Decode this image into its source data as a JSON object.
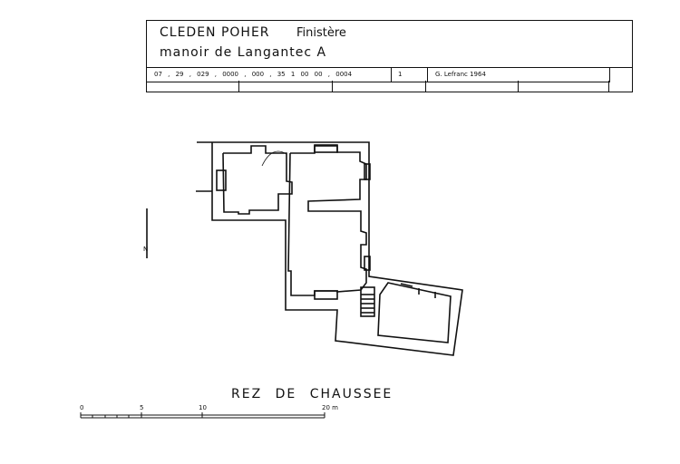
{
  "title_block": {
    "commune": "CLEDEN POHER",
    "department": "Finistère",
    "building": "manoir de Langantec A",
    "code": "07 , 29 , 029 , 0000 , 000 , 35 1 00 00 , 0004",
    "sheet_number": "1",
    "author_year": "G. Lefranc  1964"
  },
  "plan": {
    "title": "REZ DE CHAUSSEE",
    "north_label": "N"
  },
  "scale_bar": {
    "ticks": [
      "0",
      "5",
      "10",
      "20 m"
    ]
  }
}
